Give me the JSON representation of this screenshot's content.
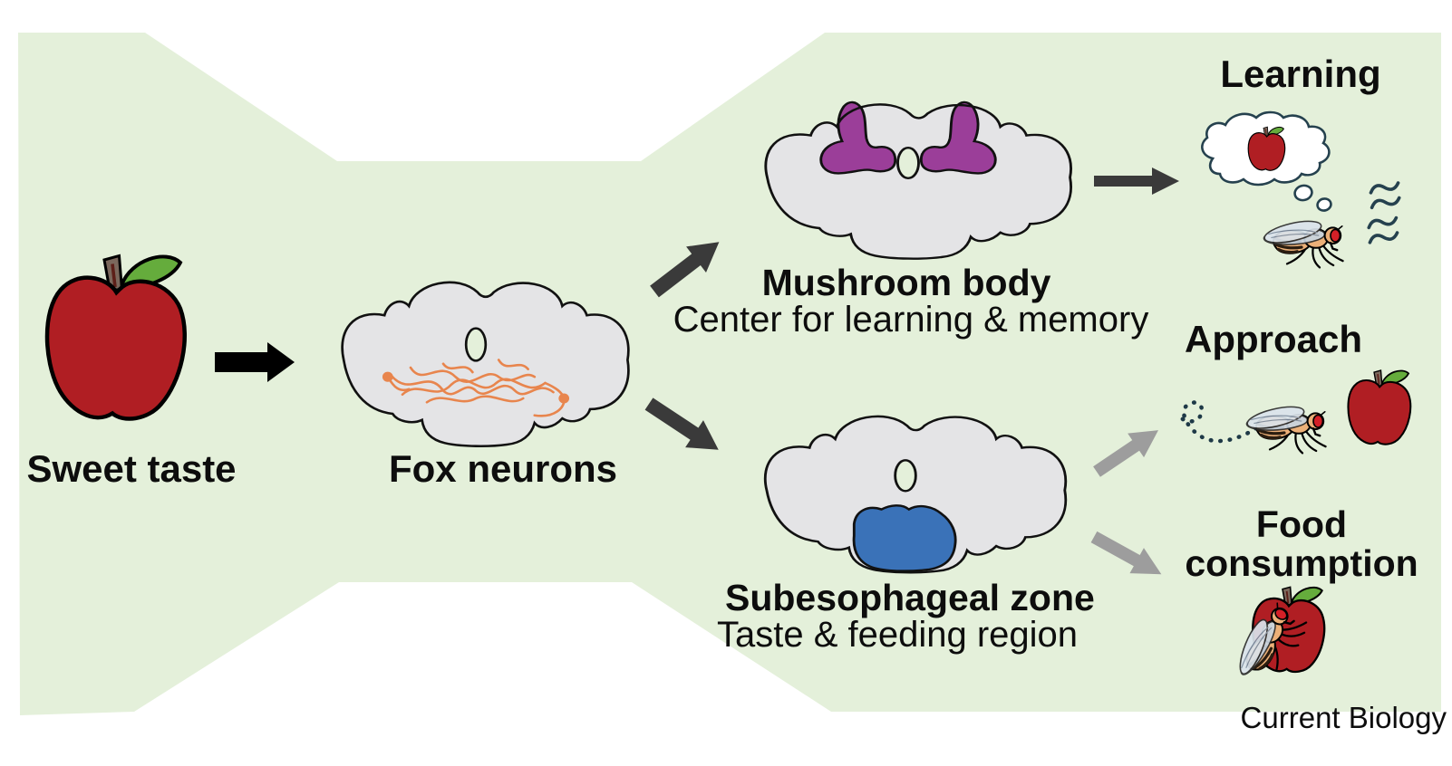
{
  "figure": {
    "journal_label": "Current Biology",
    "background_color": "#e4f0da"
  },
  "nodes": {
    "sweet_taste": {
      "label": "Sweet taste"
    },
    "fox_neurons": {
      "label": "Fox neurons"
    },
    "mushroom_body": {
      "title": "Mushroom body",
      "subtitle": "Center for learning & memory"
    },
    "subesophageal_zone": {
      "title": "Subesophageal zone",
      "subtitle": "Taste & feeding region"
    }
  },
  "outcomes": {
    "learning": {
      "label": "Learning"
    },
    "approach": {
      "label": "Approach"
    },
    "food_consumption": {
      "label": "Food consumption"
    }
  },
  "icons": {
    "apple-icon": "red apple with green leaf",
    "brain-icon": "fly brain cross-section",
    "fly-icon": "fruit fly (Drosophila)",
    "thought-bubble-icon": "cloud thought bubble",
    "odor-waves-icon": "double tilde smell marks",
    "dotted-flight-path-icon": "curled dotted flight trail",
    "arrow-icon": "block arrow"
  },
  "colors": {
    "background_green": "#e4f0da",
    "brain_gray": "#e4e4e6",
    "mushroom_body_purple": "#9b3e99",
    "subesophageal_blue": "#3a72b8",
    "fox_neuron_orange": "#e8854d",
    "apple_red": "#b01e23",
    "leaf_green": "#65ac3c",
    "arrow_dark": "#3a3a3a",
    "arrow_gray": "#9d9d9d",
    "ink_navy": "#25414e"
  }
}
